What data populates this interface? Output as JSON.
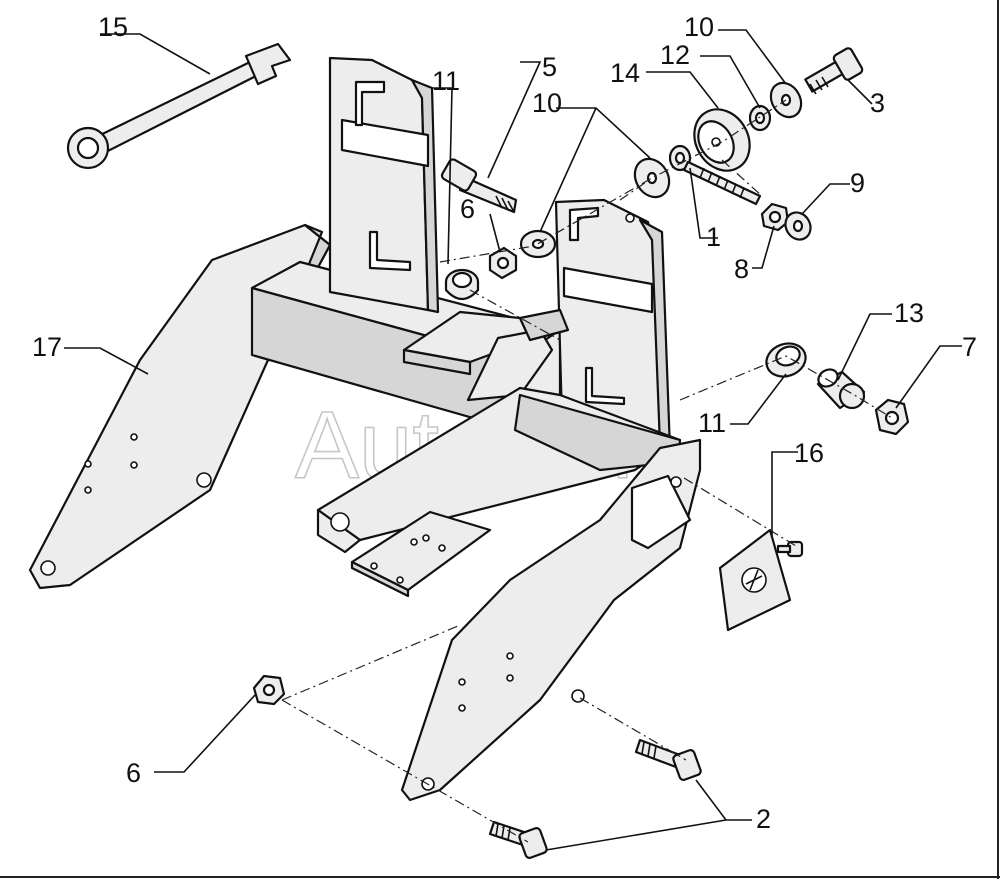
{
  "watermark": "AutoSoft",
  "callouts": {
    "c1": "1",
    "c2": "2",
    "c3": "3",
    "c5": "5",
    "c6a": "6",
    "c6b": "6",
    "c7": "7",
    "c8": "8",
    "c9": "9",
    "c10a": "10",
    "c10b": "10",
    "c11a": "11",
    "c11b": "11",
    "c12": "12",
    "c13": "13",
    "c14": "14",
    "c15": "15",
    "c16": "16",
    "c17": "17"
  }
}
